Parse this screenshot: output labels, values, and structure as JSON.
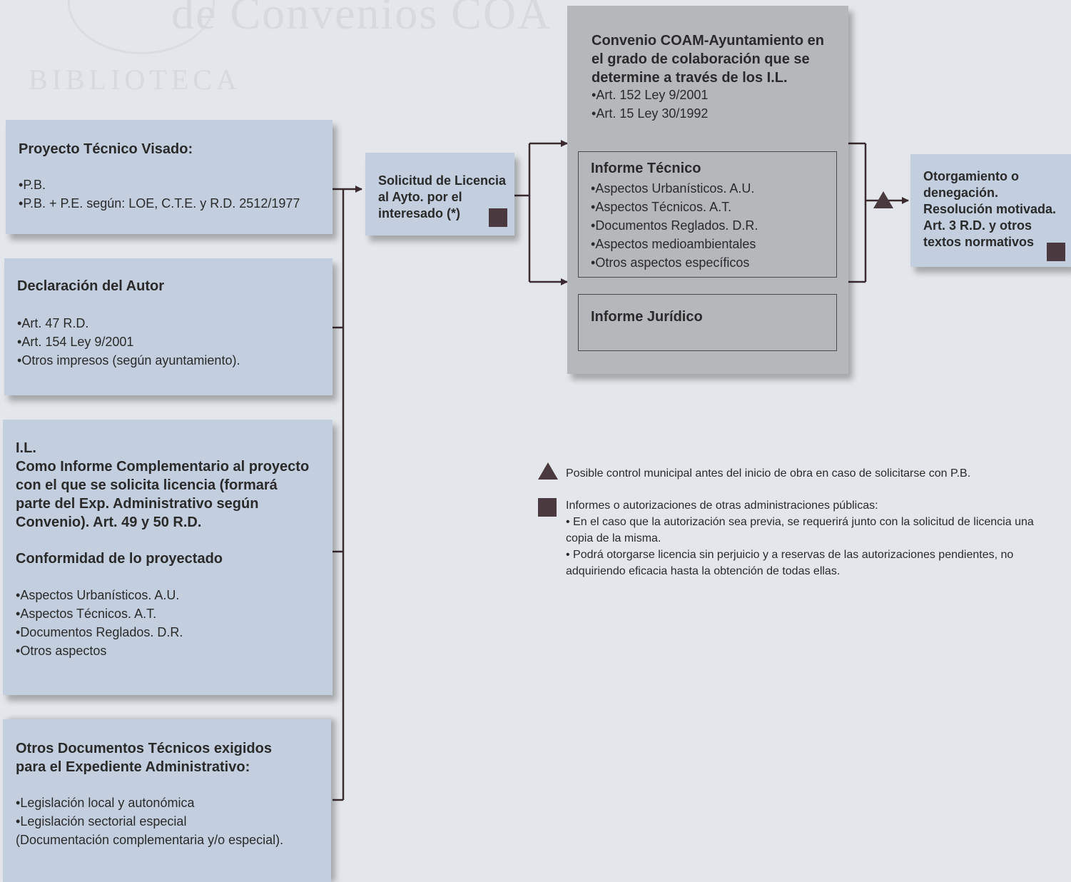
{
  "project_box": {
    "title": "Proyecto Técnico Visado:",
    "items": [
      "P.B.",
      "P.B. + P.E. según: LOE, C.T.E. y R.D. 2512/1977"
    ]
  },
  "declaration_box": {
    "title": "Declaración del Autor",
    "items": [
      "Art. 47 R.D.",
      "Art. 154 Ley 9/2001",
      "Otros impresos (según ayuntamiento)."
    ]
  },
  "il_box": {
    "title": "I.L.",
    "description": "Como Informe Complementario al proyecto con el que se solicita licencia (formará parte del Exp. Administrativo según Convenio). Art. 49 y 50 R.D.",
    "subtitle": "Conformidad de lo proyectado",
    "items": [
      "Aspectos Urbanísticos. A.U.",
      "Aspectos Técnicos. A.T.",
      "Documentos Reglados. D.R.",
      "Otros aspectos"
    ]
  },
  "other_docs_box": {
    "title": "Otros Documentos Técnicos exigidos para el Expediente Administrativo:",
    "items": [
      "Legislación local y autonómica",
      "Legislación sectorial especial"
    ],
    "note": "(Documentación complementaria y/o especial)."
  },
  "request_box": {
    "text": "Solicitud de Licencia al Ayto. por el interesado (*)"
  },
  "convenio_box": {
    "title": "Convenio COAM-Ayuntamiento en el grado de colaboración que se determine a través de los I.L.",
    "items": [
      "Art. 152 Ley 9/2001",
      "Art. 15 Ley 30/1992"
    ]
  },
  "technical_report": {
    "title": "Informe Técnico",
    "items": [
      "Aspectos Urbanísticos. A.U.",
      "Aspectos Técnicos. A.T.",
      "Documentos Reglados. D.R.",
      "Aspectos medioambientales",
      "Otros aspectos específicos"
    ]
  },
  "legal_report": {
    "title": "Informe Jurídico"
  },
  "result_box": {
    "text": "Otorgamiento o denegación. Resolución motivada. Art. 3 R.D. y otros textos normativos"
  },
  "legend": {
    "triangle_text": "Posible control municipal antes del inicio de obra en caso de solicitarse con P.B.",
    "square_title": "Informes o autorizaciones de otras administraciones públicas:",
    "square_items": [
      "En el caso que la autorización sea previa, se requerirá junto con la solicitud de licencia una copia de la misma.",
      "Podrá otorgarse licencia sin perjuicio y a reservas de las autorizaciones pendientes, no adquiriendo eficacia hasta la obtención de todas ellas."
    ]
  },
  "colors": {
    "blue_box": "#c3cfdf",
    "gray_box": "#b5b7ba",
    "marker": "#4a3a40",
    "line": "#3a2a2f"
  }
}
